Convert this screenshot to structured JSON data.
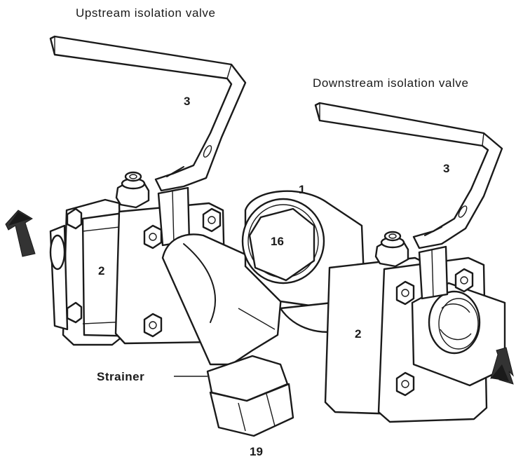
{
  "labels": {
    "upstream_valve": "Upstream isolation valve",
    "downstream_valve": "Downstream isolation valve",
    "strainer": "Strainer",
    "part_1": "1",
    "part_2_left": "2",
    "part_2_right": "2",
    "part_3_left": "3",
    "part_3_right": "3",
    "part_16": "16",
    "part_19": "19"
  },
  "colors": {
    "line": "#1a1a1a",
    "arrow": "#333333",
    "background": "#ffffff"
  }
}
